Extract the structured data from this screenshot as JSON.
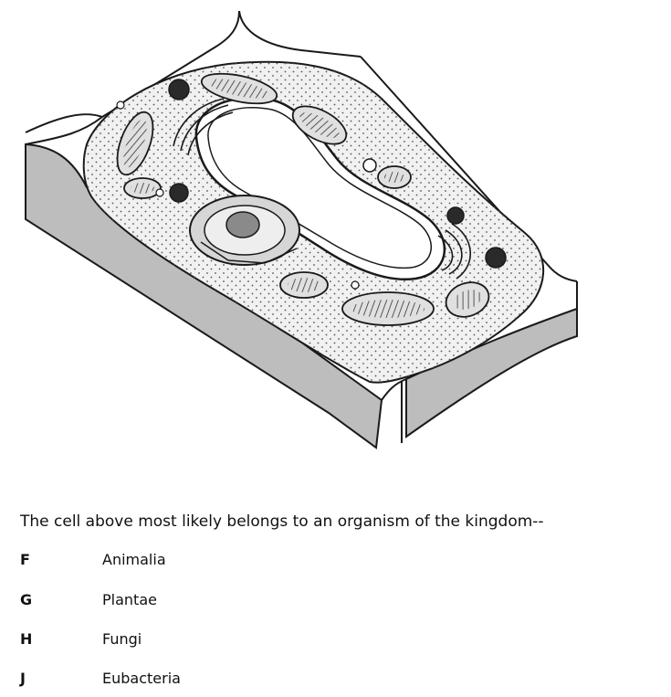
{
  "question": {
    "text": "The cell above most likely belongs to an organism of the kingdom--"
  },
  "choices": [
    {
      "letter": "F",
      "text": "Animalia"
    },
    {
      "letter": "G",
      "text": "Plantae"
    },
    {
      "letter": "H",
      "text": "Fungi"
    },
    {
      "letter": "J",
      "text": "Eubacteria"
    }
  ],
  "colors": {
    "wall_side": "#bdbdbd",
    "cytoplasm": "#f1f1f1",
    "outline": "#1a1a1a",
    "background": "#ffffff"
  }
}
